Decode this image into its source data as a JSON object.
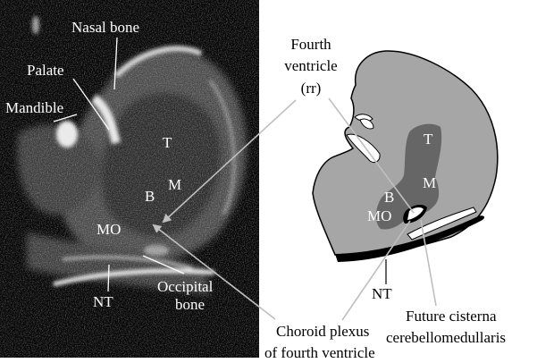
{
  "ultrasound": {
    "labels": {
      "nasal_bone": "Nasal bone",
      "palate": "Palate",
      "mandible": "Mandible",
      "t": "T",
      "m": "M",
      "b": "B",
      "mo": "MO",
      "nt": "NT",
      "occipital_line1": "Occipital",
      "occipital_line2": "bone"
    }
  },
  "schematic": {
    "labels": {
      "t": "T",
      "m": "M",
      "b": "B",
      "mo": "MO",
      "nt": "NT"
    }
  },
  "callouts": {
    "fourth_ventricle_line1": "Fourth",
    "fourth_ventricle_line2": "ventricle",
    "fourth_ventricle_line3": "(rr)",
    "choroid_line1": "Choroid plexus",
    "choroid_line2": "of fourth ventricle",
    "cisterna_line1": "Future cisterna",
    "cisterna_line2": "cerebellomedullaris"
  },
  "colors": {
    "ultrasound_bg": "#000000",
    "brain_gray": "#a6a6a6",
    "ventricle_dark": "#666666",
    "pointer_gray": "#bfbfbf"
  }
}
